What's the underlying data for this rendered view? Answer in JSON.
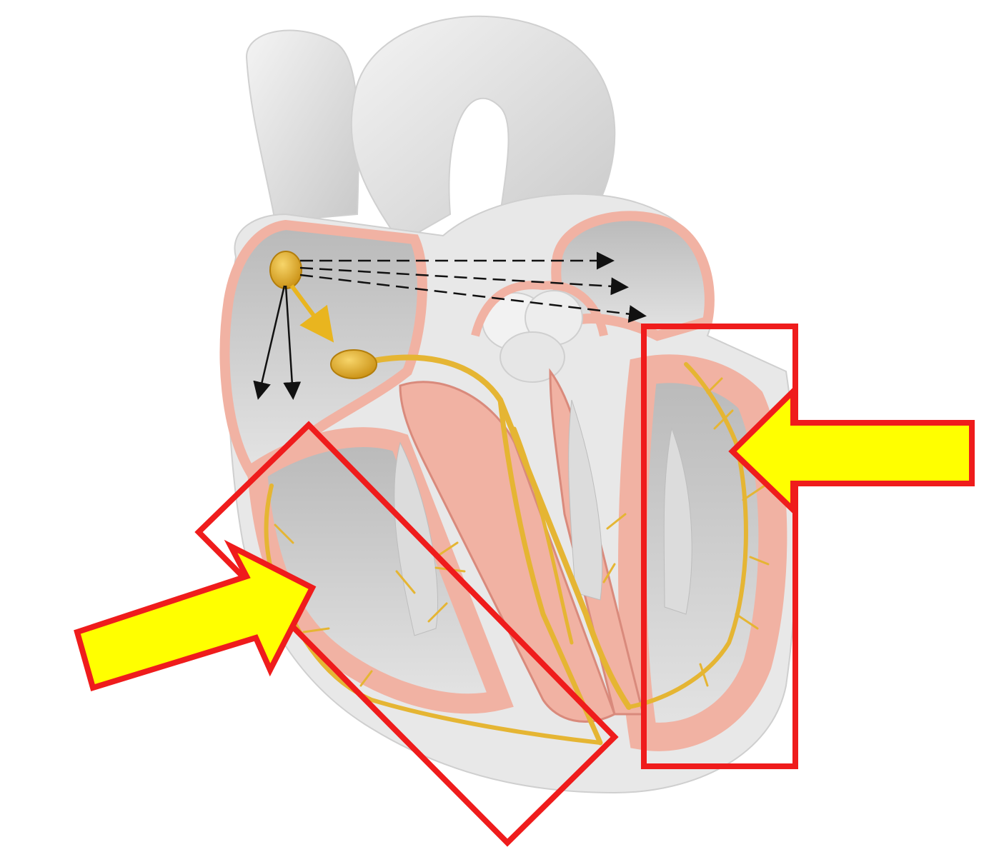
{
  "diagram": {
    "subject": "heart-conduction-system",
    "labels": [],
    "colors": {
      "background": "#ffffff",
      "tissue_gray": "#e6e6e6",
      "chamber_gray": "#cfcfcf",
      "wall_pink": "#f1b2a3",
      "wall_outline": "#d98a7c",
      "conduction_yellow": "#e5b533",
      "node_gold": "#d9a21c",
      "highlight_red": "#ef1c1c",
      "pointer_yellow": "#ffff00",
      "arrow_black": "#111111"
    },
    "highlights": [
      {
        "id": "right-ventricle-wall",
        "shape": "rotated-rectangle"
      },
      {
        "id": "left-ventricle-wall",
        "shape": "rectangle"
      }
    ],
    "pointers": [
      {
        "id": "pointer-left",
        "direction": "up-right"
      },
      {
        "id": "pointer-right",
        "direction": "left"
      }
    ],
    "nodes": [
      "sinoatrial-node",
      "atrioventricular-node"
    ]
  }
}
